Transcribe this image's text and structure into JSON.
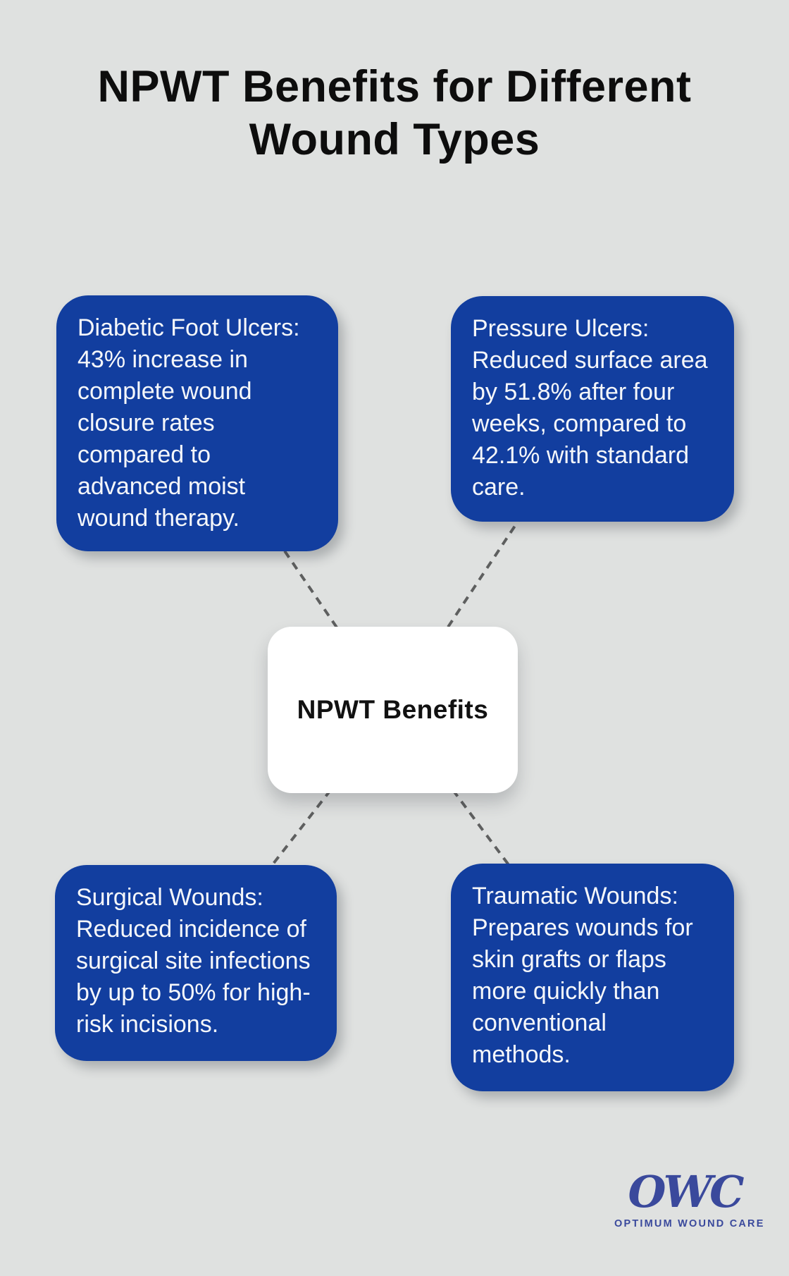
{
  "title": "NPWT Benefits for Different\nWound Types",
  "center": {
    "label": "NPWT Benefits"
  },
  "nodes": [
    {
      "id": "diabetic-foot-ulcers",
      "text": "Diabetic Foot Ulcers:\n43% increase in\ncomplete wound\nclosure rates\ncompared to\nadvanced moist\nwound therapy."
    },
    {
      "id": "pressure-ulcers",
      "text": "Pressure Ulcers:\nReduced surface area\nby 51.8% after four\nweeks, compared to\n42.1% with standard\ncare."
    },
    {
      "id": "surgical-wounds",
      "text": "Surgical Wounds:\nReduced incidence of\nsurgical site infections\nby up to 50% for high-\nrisk incisions."
    },
    {
      "id": "traumatic-wounds",
      "text": "Traumatic Wounds:\nPrepares wounds for\nskin grafts or flaps\nmore quickly than\nconventional\nmethods."
    }
  ],
  "logo": {
    "acronym": "OWC",
    "tagline": "OPTIMUM WOUND CARE"
  },
  "colors": {
    "background": "#dfe1e0",
    "node_blue": "#123e9f",
    "node_text": "#f5f7fa",
    "center_bg": "#ffffff",
    "center_text": "#111111",
    "connector": "#5e5f5f",
    "logo_blue": "#3a499c",
    "title": "#0d0d0d"
  }
}
